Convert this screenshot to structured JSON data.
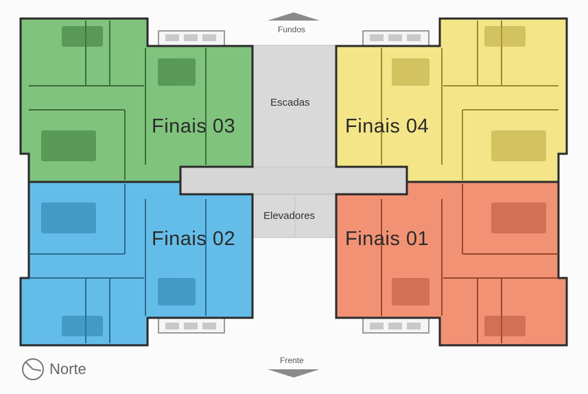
{
  "labels": {
    "unit_03": "Finais 03",
    "unit_04": "Finais 04",
    "unit_02": "Finais 02",
    "unit_01": "Finais 01",
    "stairs": "Escadas",
    "elevators": "Elevadores",
    "back": "Fundos",
    "front": "Frente",
    "north": "Norte"
  },
  "colors": {
    "unit_03": "#5db35a",
    "unit_04": "#f1df6e",
    "unit_02": "#3eaee3",
    "unit_01": "#ef7a57",
    "core": "#d9d9d9",
    "wall": "#2a2a2a"
  }
}
